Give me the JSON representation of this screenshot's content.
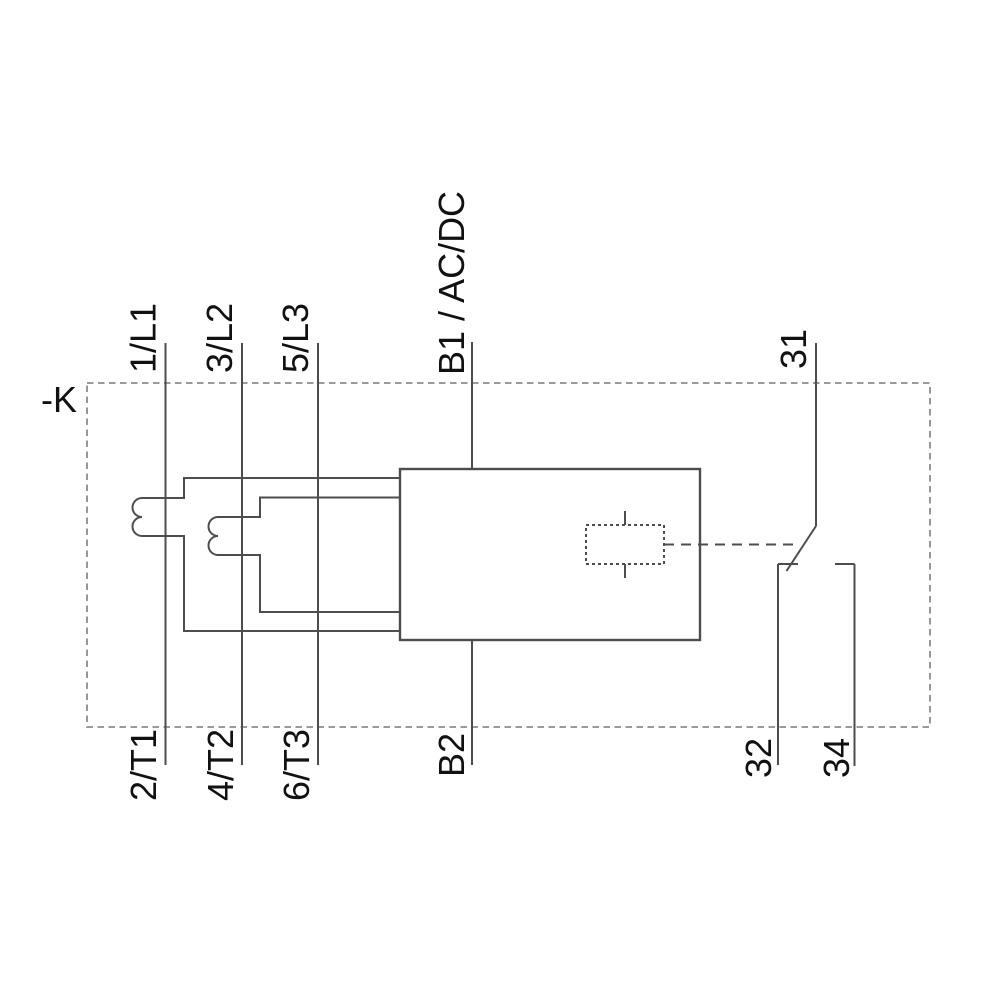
{
  "schematic": {
    "device_tag": "-K",
    "top_terminals": [
      {
        "label": "1/L1"
      },
      {
        "label": "3/L2"
      },
      {
        "label": "5/L3"
      },
      {
        "label": "B1 / AC/DC"
      },
      {
        "label": "31"
      }
    ],
    "bottom_terminals": [
      {
        "label": "2/T1"
      },
      {
        "label": "4/T2"
      },
      {
        "label": "6/T3"
      },
      {
        "label": "B2"
      },
      {
        "label": "32"
      },
      {
        "label": "34"
      }
    ],
    "colors": {
      "line": "#4d4d4d",
      "boundary_dash": "#8c8c8c",
      "text": "#111111",
      "background": "#ffffff"
    }
  }
}
